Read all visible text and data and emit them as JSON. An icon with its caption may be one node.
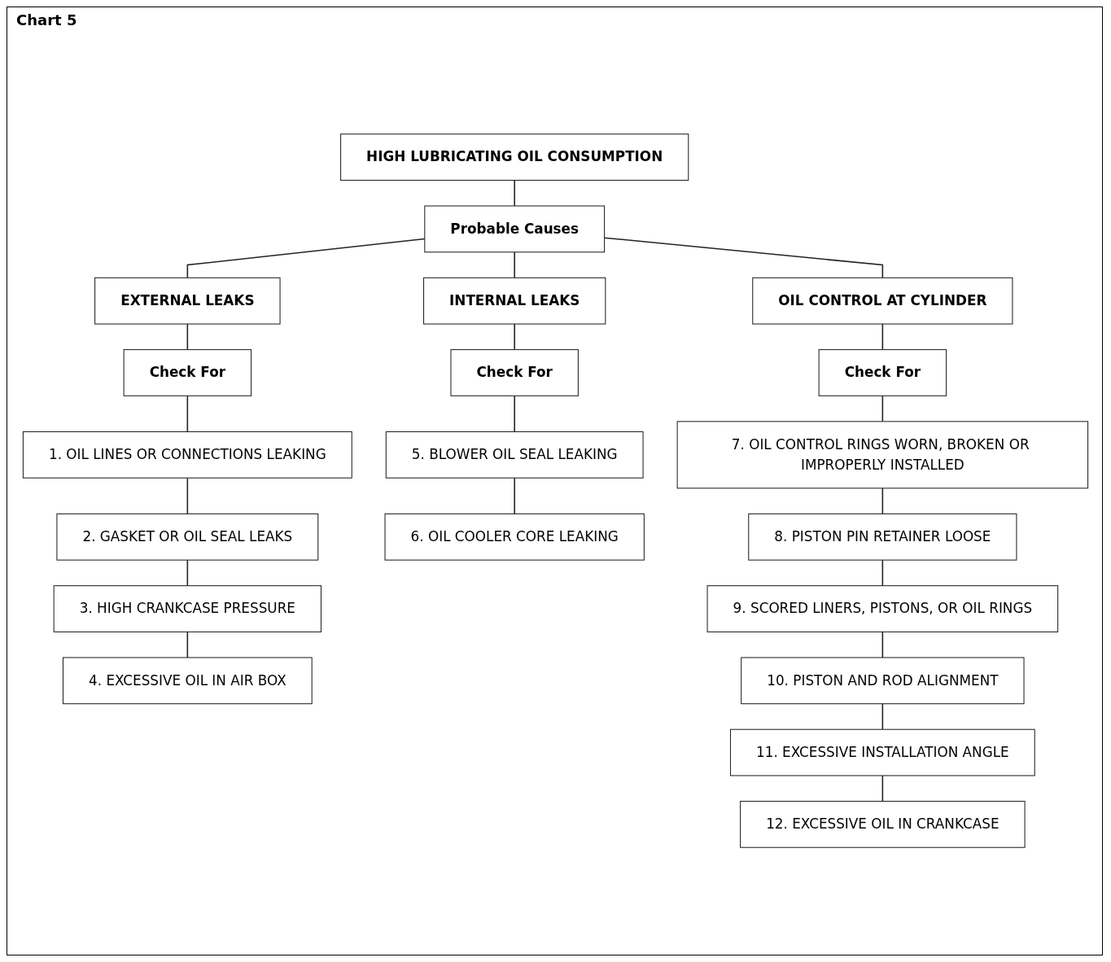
{
  "diagram": {
    "nodes": [
      {
        "text": [
          "HIGH LUBRICATING OIL CONSUMPTION"
        ]
      },
      {
        "text": [
          "Probable Causes"
        ]
      },
      {
        "text": [
          "EXTERNAL LEAKS"
        ]
      },
      {
        "text": [
          "Check For"
        ]
      },
      {
        "text": [
          "1. OIL LINES OR CONNECTIONS LEAKING"
        ]
      },
      {
        "text": [
          "2. GASKET OR OIL SEAL LEAKS"
        ]
      },
      {
        "text": [
          "3. HIGH CRANKCASE PRESSURE"
        ]
      },
      {
        "text": [
          "4. EXCESSIVE OIL IN AIR BOX"
        ]
      },
      {
        "text": [
          "INTERNAL LEAKS"
        ]
      },
      {
        "text": [
          "Check For"
        ]
      },
      {
        "text": [
          "5. BLOWER OIL SEAL LEAKING"
        ]
      },
      {
        "text": [
          "6. OIL COOLER CORE LEAKING"
        ]
      },
      {
        "text": [
          "OIL CONTROL AT CYLINDER"
        ]
      },
      {
        "text": [
          "Check For"
        ]
      },
      {
        "text": [
          "7. OIL CONTROL RINGS WORN, BROKEN OR IMPROPERLY INSTALLED"
        ]
      },
      {
        "text": [
          "8. PISTON PIN RETAINER LOOSE"
        ]
      },
      {
        "text": [
          "9. SCORED LINERS, PISTONS, OR OIL RINGS"
        ]
      },
      {
        "text": [
          "10. PISTON AND ROD ALIGNMENT"
        ]
      },
      {
        "text": [
          "11. EXCESSIVE INSTALLATION ANGLE"
        ]
      },
      {
        "text": [
          "12. EXCESSIVE OIL IN CRANKCASE"
        ]
      }
    ],
    "edges": [
      {
        "from": 0,
        "to": 1,
        "arrow": "none"
      },
      {
        "from": 1,
        "to": 2,
        "arrow": "none"
      },
      {
        "from": 1,
        "to": 8,
        "arrow": "none"
      },
      {
        "from": 1,
        "to": 12,
        "arrow": "none"
      },
      {
        "from": 2,
        "to": 3,
        "arrow": "none"
      },
      {
        "from": 3,
        "to": 4,
        "arrow": "none"
      },
      {
        "from": 4,
        "to": 5,
        "arrow": "none"
      },
      {
        "from": 5,
        "to": 6,
        "arrow": "none"
      },
      {
        "from": 6,
        "to": 7,
        "arrow": "none"
      },
      {
        "from": 8,
        "to": 9,
        "arrow": "none"
      },
      {
        "from": 9,
        "to": 10,
        "arrow": "none"
      },
      {
        "from": 10,
        "to": 11,
        "arrow": "none"
      },
      {
        "from": 12,
        "to": 13,
        "arrow": "none"
      },
      {
        "from": 13,
        "to": 14,
        "arrow": "none"
      },
      {
        "from": 14,
        "to": 15,
        "arrow": "none"
      },
      {
        "from": 15,
        "to": 16,
        "arrow": "none"
      },
      {
        "from": 16,
        "to": 17,
        "arrow": "none"
      },
      {
        "from": 17,
        "to": 18,
        "arrow": "none"
      },
      {
        "from": 18,
        "to": 19,
        "arrow": "none"
      }
    ],
    "labels": [
      "Chart 5"
    ]
  }
}
